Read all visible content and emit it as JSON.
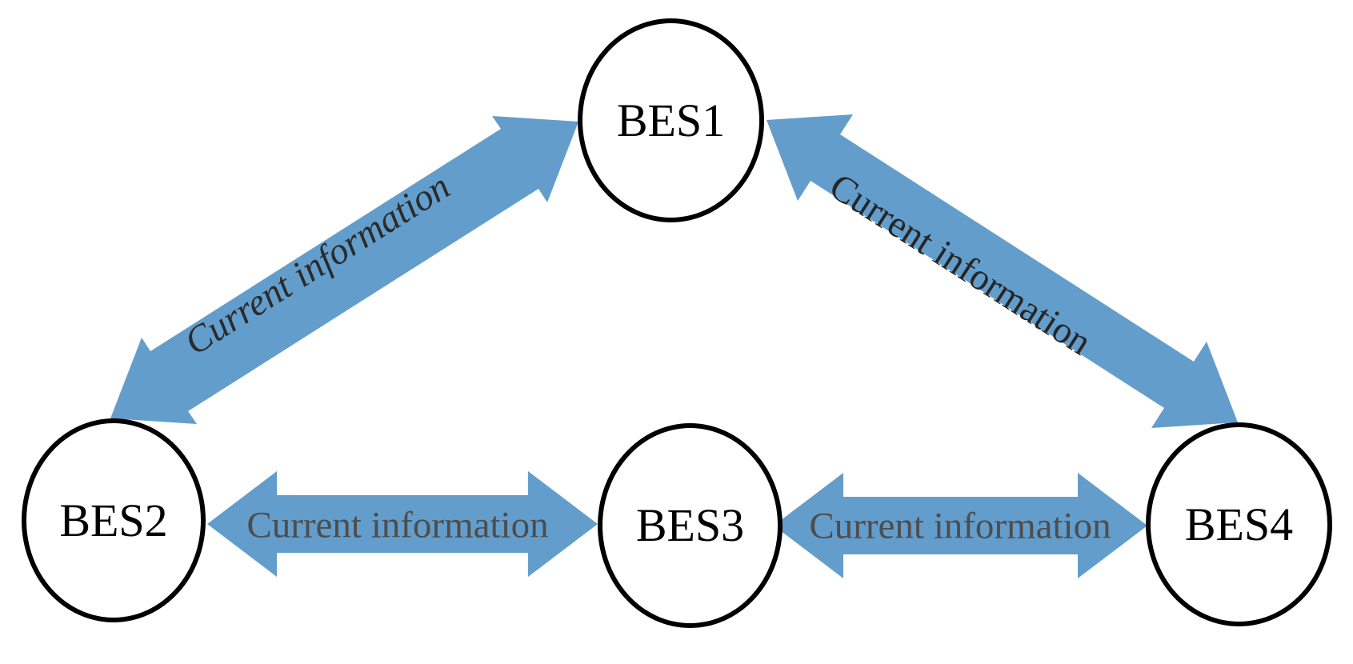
{
  "figure": {
    "description": "Network diagram of four battery energy storage systems exchanging current information",
    "background_color": "#ffffff"
  },
  "colors": {
    "arrow_fill": "#639dcb",
    "node_border": "#000000",
    "node_text": "#000000",
    "diagonal_label_left_text": "#2b2b2b",
    "diagonal_label_right_text": "#262626",
    "horizontal_label_text": "#4d4d4d"
  },
  "nodes": [
    {
      "id": "bes1",
      "label": "BES1"
    },
    {
      "id": "bes2",
      "label": "BES2"
    },
    {
      "id": "bes3",
      "label": "BES3"
    },
    {
      "id": "bes4",
      "label": "BES4"
    }
  ],
  "edges": [
    {
      "from": "bes2",
      "to": "bes1",
      "direction": "bidirectional",
      "label": "Current information"
    },
    {
      "from": "bes1",
      "to": "bes4",
      "direction": "bidirectional",
      "label": "Current information"
    },
    {
      "from": "bes2",
      "to": "bes3",
      "direction": "bidirectional",
      "label": "Current information"
    },
    {
      "from": "bes3",
      "to": "bes4",
      "direction": "bidirectional",
      "label": "Current information"
    }
  ]
}
